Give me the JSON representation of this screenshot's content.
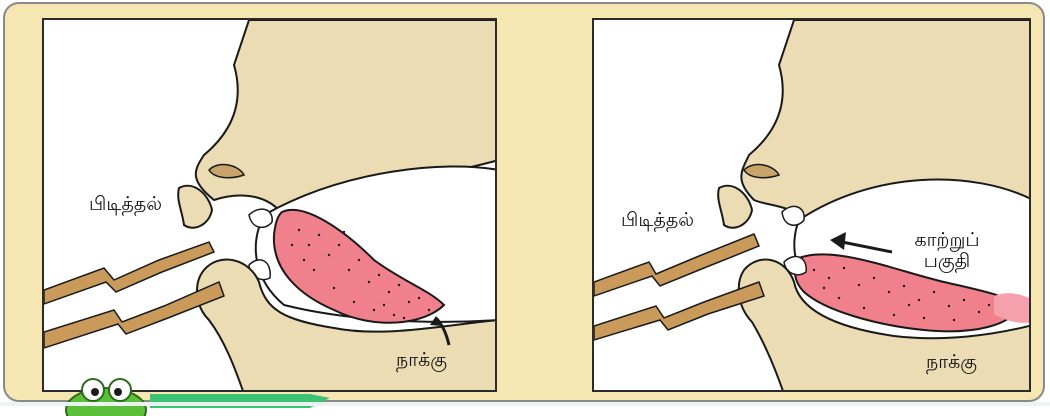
{
  "left_panel": {
    "holding_label": "பிடித்தல்",
    "tongue_label": "நாக்கு"
  },
  "right_panel": {
    "holding_label": "பிடித்தல்",
    "air_label_line1": "காற்றுப்",
    "air_label_line2": "பகுதி",
    "tongue_label": "நாக்கு"
  },
  "colors": {
    "frame_fill": "#f6e6b2",
    "skin": "#ecdcb4",
    "tongue": "#f0808c",
    "tube": "#c99a5a",
    "banner": "#3cc474"
  }
}
